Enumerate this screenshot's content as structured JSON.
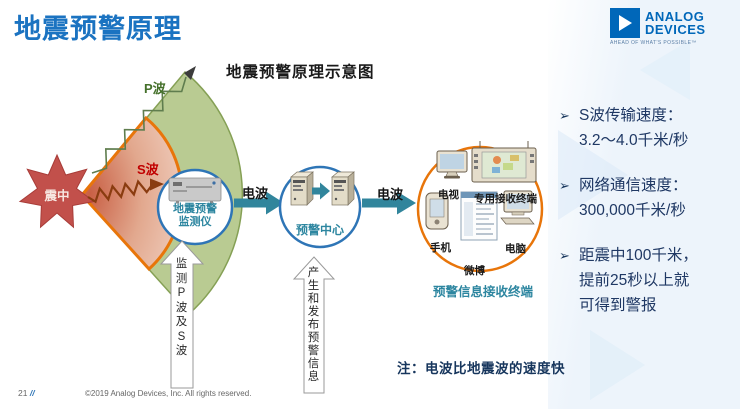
{
  "slide": {
    "title": "地震预警原理",
    "page_number": "21",
    "page_slash": "//",
    "footer": "©2019 Analog Devices, Inc. All rights reserved."
  },
  "logo": {
    "brand_line1": "ANALOG",
    "brand_line2": "DEVICES",
    "tagline": "AHEAD OF WHAT'S POSSIBLE™"
  },
  "diagram": {
    "title": "地震预警原理示意图",
    "epicenter_label": "震中",
    "p_wave_label": "P波",
    "s_wave_label": "S波",
    "radio_wave_label": "电波",
    "monitor_label": "地震预警\n监测仪",
    "center_label": "预警中心",
    "monitor_arrow_text": "监测P波及S波",
    "center_arrow_text": "产生和发布预警信息",
    "terminals": [
      {
        "label": "电视"
      },
      {
        "label": "专用接收终端"
      },
      {
        "label": "手机"
      },
      {
        "label": "微博"
      },
      {
        "label": "电脑"
      }
    ],
    "terminals_caption": "预警信息接收终端",
    "note": "注：电波比地震波的速度快"
  },
  "bullets": {
    "marker": "➢",
    "items": [
      {
        "text": "S波传输速度：\n3.2～4.0千米/秒"
      },
      {
        "text": "网络通信速度：\n300,000千米/秒"
      },
      {
        "text": "距震中100千米，\n提前25秒以上就\n可得到警报"
      }
    ]
  },
  "colors": {
    "title_blue": "#1b73c1",
    "logo_blue": "#0067b9",
    "bullet_navy": "#1f3864",
    "note_navy": "#17365d",
    "teal_text": "#2d86a0",
    "arrow_teal": "#31859c",
    "circle_blue": "#2e75b6",
    "circle_orange": "#e8750a",
    "fan_green": "#b9cb92",
    "fan_salmon": "#e8b9a4",
    "star_red": "#c2504b",
    "p_label_green": "#44702a",
    "s_label_red": "#c00000"
  }
}
